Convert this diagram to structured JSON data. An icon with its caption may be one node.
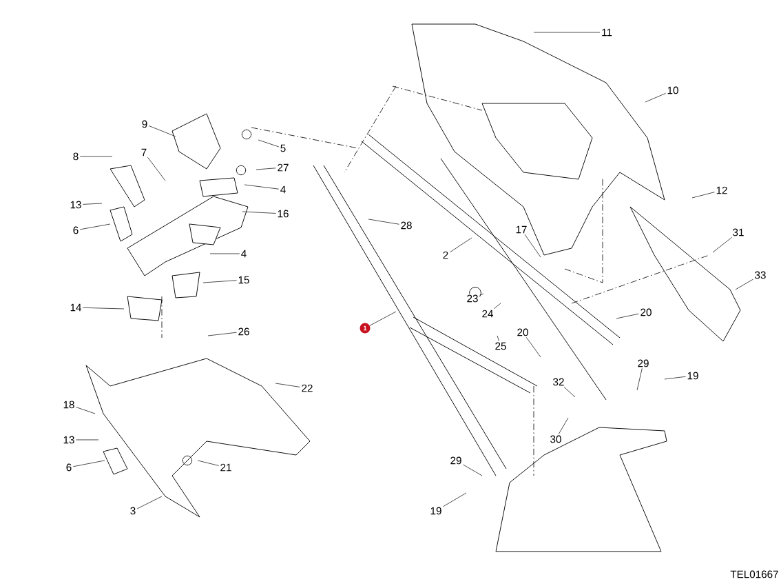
{
  "diagram": {
    "nodes": [
      {
        "text": [
          "1"
        ]
      },
      {
        "text": [
          "2"
        ]
      },
      {
        "text": [
          "3"
        ]
      },
      {
        "text": [
          "4"
        ]
      },
      {
        "text": [
          "4"
        ]
      },
      {
        "text": [
          "5"
        ]
      },
      {
        "text": [
          "6"
        ]
      },
      {
        "text": [
          "6"
        ]
      },
      {
        "text": [
          "7"
        ]
      },
      {
        "text": [
          "8"
        ]
      },
      {
        "text": [
          "9"
        ]
      },
      {
        "text": [
          "10"
        ]
      },
      {
        "text": [
          "11"
        ]
      },
      {
        "text": [
          "12"
        ]
      },
      {
        "text": [
          "13"
        ]
      },
      {
        "text": [
          "13"
        ]
      },
      {
        "text": [
          "14"
        ]
      },
      {
        "text": [
          "15"
        ]
      },
      {
        "text": [
          "16"
        ]
      },
      {
        "text": [
          "17"
        ]
      },
      {
        "text": [
          "18"
        ]
      },
      {
        "text": [
          "19"
        ]
      },
      {
        "text": [
          "19"
        ]
      },
      {
        "text": [
          "20"
        ]
      },
      {
        "text": [
          "20"
        ]
      },
      {
        "text": [
          "21"
        ]
      },
      {
        "text": [
          "22"
        ]
      },
      {
        "text": [
          "23"
        ]
      },
      {
        "text": [
          "24"
        ]
      },
      {
        "text": [
          "25"
        ]
      },
      {
        "text": [
          "26"
        ]
      },
      {
        "text": [
          "27"
        ]
      },
      {
        "text": [
          "28"
        ]
      },
      {
        "text": [
          "29"
        ]
      },
      {
        "text": [
          "29"
        ]
      },
      {
        "text": [
          "30"
        ]
      },
      {
        "text": [
          "31"
        ]
      },
      {
        "text": [
          "32"
        ]
      },
      {
        "text": [
          "33"
        ]
      }
    ],
    "edges": [
      {
        "from": 0,
        "to": null,
        "arrow": "none"
      },
      {
        "from": 1,
        "to": null,
        "arrow": "none"
      },
      {
        "from": 2,
        "to": null,
        "arrow": "none"
      },
      {
        "from": 3,
        "to": null,
        "arrow": "none"
      },
      {
        "from": 4,
        "to": null,
        "arrow": "none"
      },
      {
        "from": 5,
        "to": null,
        "arrow": "none"
      },
      {
        "from": 6,
        "to": null,
        "arrow": "none"
      },
      {
        "from": 7,
        "to": null,
        "arrow": "none"
      },
      {
        "from": 8,
        "to": null,
        "arrow": "none"
      },
      {
        "from": 9,
        "to": null,
        "arrow": "none"
      },
      {
        "from": 10,
        "to": null,
        "arrow": "none"
      },
      {
        "from": 11,
        "to": null,
        "arrow": "none"
      },
      {
        "from": 12,
        "to": null,
        "arrow": "none"
      },
      {
        "from": 13,
        "to": null,
        "arrow": "none"
      },
      {
        "from": 14,
        "to": null,
        "arrow": "none"
      },
      {
        "from": 15,
        "to": null,
        "arrow": "none"
      },
      {
        "from": 16,
        "to": null,
        "arrow": "none"
      },
      {
        "from": 17,
        "to": null,
        "arrow": "none"
      },
      {
        "from": 18,
        "to": null,
        "arrow": "none"
      },
      {
        "from": 19,
        "to": null,
        "arrow": "none"
      },
      {
        "from": 20,
        "to": null,
        "arrow": "none"
      },
      {
        "from": 21,
        "to": null,
        "arrow": "none"
      },
      {
        "from": 22,
        "to": null,
        "arrow": "none"
      },
      {
        "from": 23,
        "to": null,
        "arrow": "none"
      },
      {
        "from": 24,
        "to": null,
        "arrow": "none"
      },
      {
        "from": 25,
        "to": null,
        "arrow": "none"
      },
      {
        "from": 26,
        "to": null,
        "arrow": "none"
      },
      {
        "from": 27,
        "to": null,
        "arrow": "none"
      },
      {
        "from": 28,
        "to": null,
        "arrow": "none"
      },
      {
        "from": 29,
        "to": null,
        "arrow": "none"
      },
      {
        "from": 30,
        "to": null,
        "arrow": "none"
      },
      {
        "from": 31,
        "to": null,
        "arrow": "none"
      },
      {
        "from": 32,
        "to": null,
        "arrow": "none"
      },
      {
        "from": 33,
        "to": null,
        "arrow": "none"
      },
      {
        "from": 34,
        "to": null,
        "arrow": "none"
      },
      {
        "from": 35,
        "to": null,
        "arrow": "none"
      },
      {
        "from": 36,
        "to": null,
        "arrow": "none"
      },
      {
        "from": 37,
        "to": null,
        "arrow": "none"
      },
      {
        "from": 38,
        "to": null,
        "arrow": "none"
      }
    ],
    "labels": [
      "TEL01667"
    ]
  }
}
